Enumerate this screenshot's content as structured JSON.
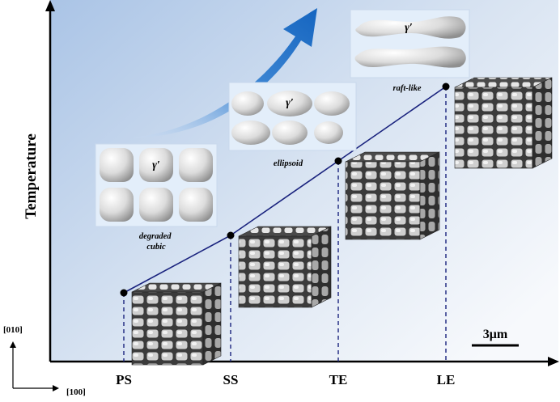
{
  "chart_data": {
    "type": "line",
    "ylabel": "Temperature",
    "categories": [
      "PS",
      "SS",
      "TE",
      "LE"
    ],
    "direction_labels": {
      "vertical": "[010]",
      "horizontal": "[100]"
    },
    "scale_bar": "3μm",
    "morphologies": [
      {
        "symbol": "γ′",
        "caption": "degraded\ncubic"
      },
      {
        "symbol": "γ′",
        "caption": "ellipsoid"
      },
      {
        "symbol": "γ′",
        "caption": "raft-like"
      }
    ]
  },
  "colors": {
    "axis": "#000000",
    "series_line": "#1a237e",
    "arrow": "#1565c0",
    "plot_bg_start": "#aac4e6",
    "plot_bg_end": "#f7f9fc"
  }
}
